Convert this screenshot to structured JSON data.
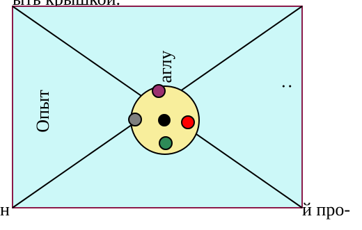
{
  "text": {
    "top_partial": "ыть крышкой.",
    "bottom_left_partial": "н",
    "bottom_right_partial": "й про-"
  },
  "diagram": {
    "label_left": "Опыт",
    "label_center": "аглу",
    "label_right": ":",
    "colors": {
      "box_fill": "#ccf8f8",
      "box_border": "#8b1a4a",
      "circle_fill": "#f8ee9c",
      "center_dot": "#000000",
      "dot_top": "#9b3070",
      "dot_left": "#7f7f7f",
      "dot_right": "#ff0000",
      "dot_bottom": "#2e8b57"
    }
  }
}
